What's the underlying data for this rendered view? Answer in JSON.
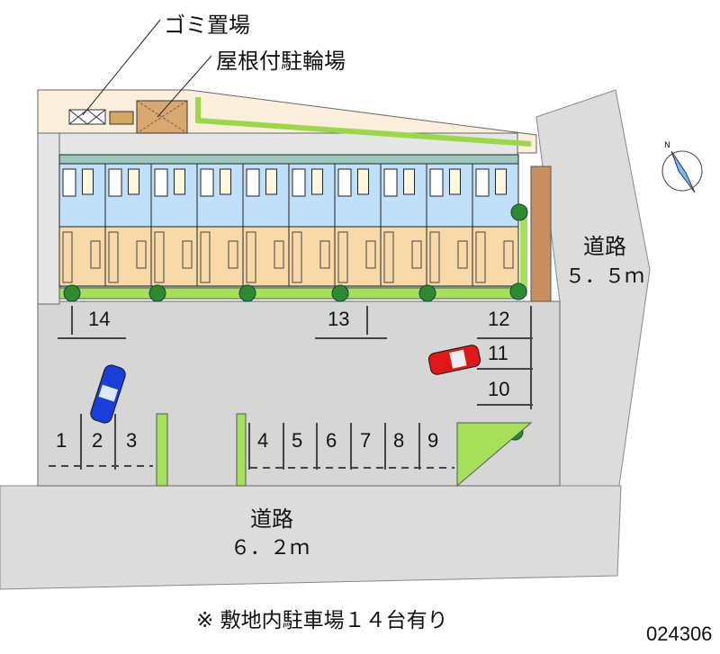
{
  "labels": {
    "garbage": "ゴミ置場",
    "bike_shelter": "屋根付駐輪場",
    "road_right_name": "道路",
    "road_right_width": "５．５ｍ",
    "road_bottom_name": "道路",
    "road_bottom_width": "６．２ｍ",
    "note": "※ 敷地内駐車場１４台有り",
    "code": "024306",
    "compass": "N"
  },
  "parking_spaces": [
    "1",
    "2",
    "3",
    "4",
    "5",
    "6",
    "7",
    "8",
    "9",
    "10",
    "11",
    "12",
    "13",
    "14"
  ],
  "cars": [
    {
      "space": "2",
      "color": "#1a3fd8"
    },
    {
      "space": "11",
      "color": "#e01818"
    }
  ],
  "building": {
    "units": 10
  },
  "colors": {
    "road": "#dcdcdc",
    "lot": "#d6d6d6",
    "room": "#f9d9a8",
    "corridor": "#bfe0f8",
    "green": "#a6e05a"
  }
}
